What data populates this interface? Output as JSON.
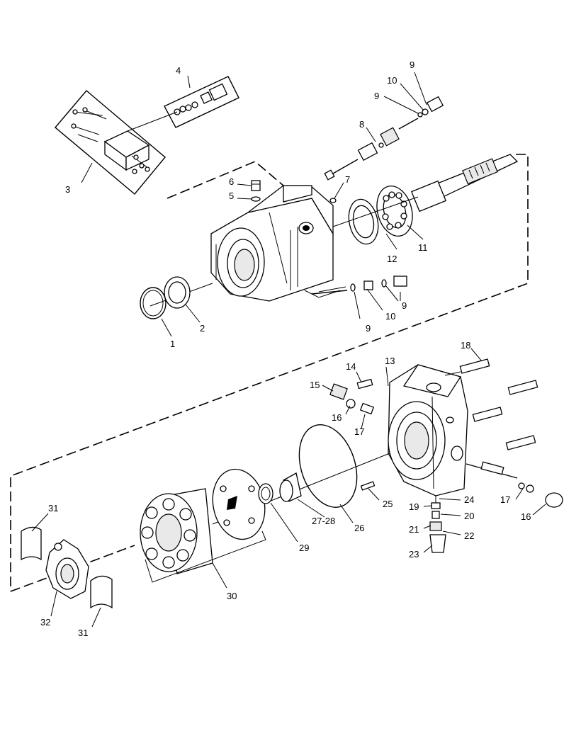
{
  "callouts": [
    {
      "id": "c1",
      "text": "1"
    },
    {
      "id": "c2",
      "text": "2"
    },
    {
      "id": "c3",
      "text": "3"
    },
    {
      "id": "c4",
      "text": "4"
    },
    {
      "id": "c5",
      "text": "5"
    },
    {
      "id": "c6",
      "text": "6"
    },
    {
      "id": "c7",
      "text": "7"
    },
    {
      "id": "c8",
      "text": "8"
    },
    {
      "id": "c9a",
      "text": "9"
    },
    {
      "id": "c9b",
      "text": "9"
    },
    {
      "id": "c9c",
      "text": "9"
    },
    {
      "id": "c9d",
      "text": "9"
    },
    {
      "id": "c10a",
      "text": "10"
    },
    {
      "id": "c10b",
      "text": "10"
    },
    {
      "id": "c11",
      "text": "11"
    },
    {
      "id": "c12",
      "text": "12"
    },
    {
      "id": "c13",
      "text": "13"
    },
    {
      "id": "c14",
      "text": "14"
    },
    {
      "id": "c15",
      "text": "15"
    },
    {
      "id": "c16a",
      "text": "16"
    },
    {
      "id": "c16b",
      "text": "16"
    },
    {
      "id": "c17a",
      "text": "17"
    },
    {
      "id": "c17b",
      "text": "17"
    },
    {
      "id": "c18",
      "text": "18"
    },
    {
      "id": "c19",
      "text": "19"
    },
    {
      "id": "c20",
      "text": "20"
    },
    {
      "id": "c21",
      "text": "21"
    },
    {
      "id": "c22",
      "text": "22"
    },
    {
      "id": "c23",
      "text": "23"
    },
    {
      "id": "c24",
      "text": "24"
    },
    {
      "id": "c25",
      "text": "25"
    },
    {
      "id": "c26",
      "text": "26"
    },
    {
      "id": "c27",
      "text": "27-28"
    },
    {
      "id": "c29",
      "text": "29"
    },
    {
      "id": "c30",
      "text": "30"
    },
    {
      "id": "c31a",
      "text": "31"
    },
    {
      "id": "c31b",
      "text": "31"
    },
    {
      "id": "c32",
      "text": "32"
    }
  ]
}
